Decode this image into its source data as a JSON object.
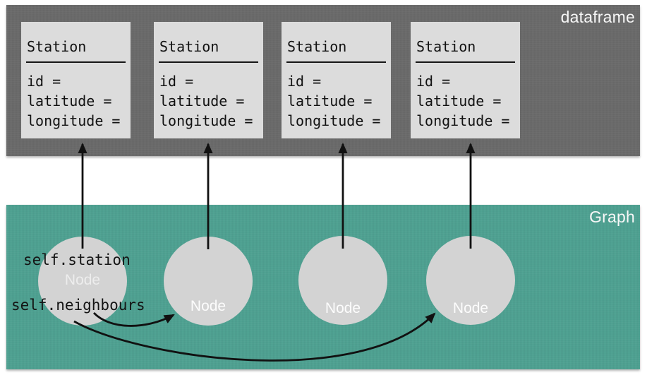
{
  "dataframe": {
    "label": "dataframe",
    "cards": [
      {
        "title": "Station",
        "fields": [
          "id =",
          "latitude =",
          "longitude ="
        ]
      },
      {
        "title": "Station",
        "fields": [
          "id =",
          "latitude =",
          "longitude ="
        ]
      },
      {
        "title": "Station",
        "fields": [
          "id =",
          "latitude =",
          "longitude ="
        ]
      },
      {
        "title": "Station",
        "fields": [
          "id =",
          "latitude =",
          "longitude ="
        ]
      }
    ]
  },
  "graph": {
    "label": "Graph",
    "nodes": [
      {
        "label": "Node"
      },
      {
        "label": "Node"
      },
      {
        "label": "Node"
      },
      {
        "label": "Node"
      }
    ],
    "annotations": {
      "station": "self.station",
      "neighbours": "self.neighbours"
    }
  },
  "colors": {
    "dataframe_bg": "#6b6b6b",
    "graph_bg": "#4fa292",
    "card_bg": "#dcdcdc",
    "node_bg": "#d3d3d3",
    "label_text": "#f7f7f7",
    "arrow": "#111111"
  }
}
